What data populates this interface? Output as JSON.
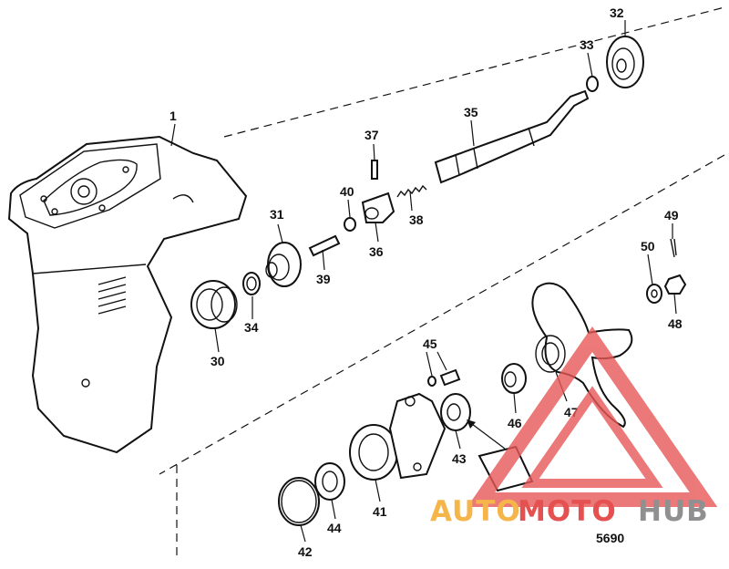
{
  "diagram": {
    "title": "",
    "code": "5690",
    "labels": [
      "1",
      "30",
      "31",
      "32",
      "33",
      "34",
      "35",
      "36",
      "37",
      "38",
      "39",
      "40",
      "41",
      "42",
      "43",
      "44",
      "45",
      "46",
      "47",
      "48",
      "49",
      "50"
    ]
  },
  "watermark": {
    "part1": "AUTO",
    "part2": "MOTO",
    "part3": "HUB",
    "colors": {
      "orange": "#f5b54a",
      "red": "#e55050",
      "gray": "#909090",
      "triangle": "#e85858"
    }
  }
}
